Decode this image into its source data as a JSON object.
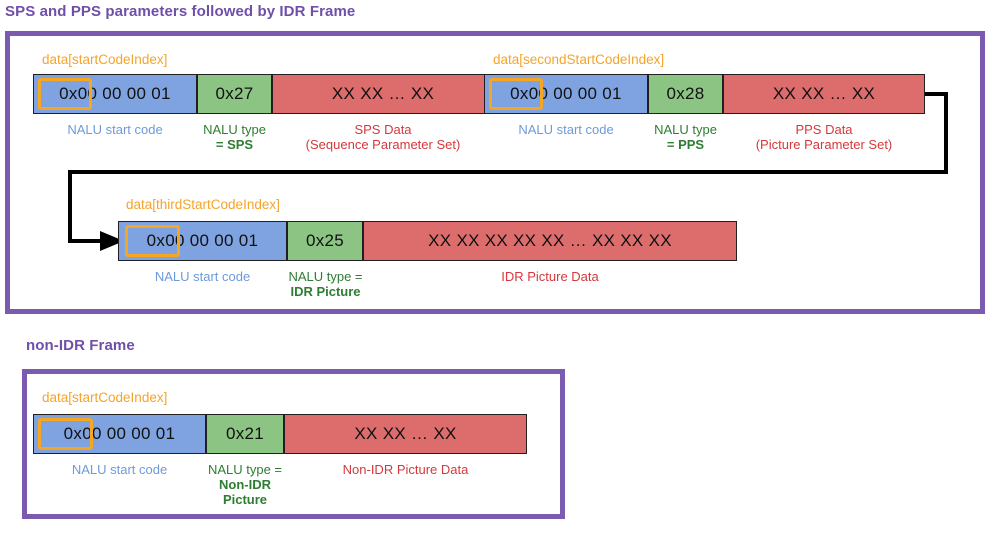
{
  "sections": [
    {
      "title": "SPS and PPS parameters followed by IDR Frame",
      "rows": [
        {
          "index_labels": [
            "data[startCodeIndex]",
            "data[secondStartCodeIndex]"
          ],
          "blocks": [
            {
              "text": "0x00  00  00  01",
              "color": "blue",
              "highlight": "0x00",
              "caption": "NALU start code"
            },
            {
              "text": "0x27",
              "color": "green",
              "caption_line1": "NALU type",
              "caption_line2": "= SPS"
            },
            {
              "text": "XX  XX  …  XX",
              "color": "red",
              "caption_line1": "SPS Data",
              "caption_line2": "(Sequence Parameter Set)"
            },
            {
              "text": "0x00  00  00  01",
              "color": "blue",
              "highlight": "0x00",
              "caption": "NALU start code"
            },
            {
              "text": "0x28",
              "color": "green",
              "caption_line1": "NALU type",
              "caption_line2": "= PPS"
            },
            {
              "text": "XX  XX  …  XX",
              "color": "red",
              "caption_line1": "PPS Data",
              "caption_line2": "(Picture Parameter Set)"
            }
          ]
        },
        {
          "index_labels": [
            "data[thirdStartCodeIndex]"
          ],
          "blocks": [
            {
              "text": "0x00  00  00  01",
              "color": "blue",
              "highlight": "0x00",
              "caption": "NALU start code"
            },
            {
              "text": "0x25",
              "color": "green",
              "caption_line1": "NALU type =",
              "caption_line2": "IDR Picture"
            },
            {
              "text": "XX  XX  XX  XX  XX  …  XX  XX  XX",
              "color": "red",
              "caption_line1": "IDR Picture Data"
            }
          ]
        }
      ]
    },
    {
      "title": "non-IDR Frame",
      "rows": [
        {
          "index_labels": [
            "data[startCodeIndex]"
          ],
          "blocks": [
            {
              "text": "0x00  00  00  01",
              "color": "blue",
              "highlight": "0x00",
              "caption": "NALU start code"
            },
            {
              "text": "0x21",
              "color": "green",
              "caption_line1": "NALU type =",
              "caption_line2": "Non-IDR",
              "caption_line3": "Picture"
            },
            {
              "text": "XX  XX    …    XX",
              "color": "red",
              "caption_line1": "Non-IDR Picture Data"
            }
          ]
        }
      ]
    }
  ],
  "colors": {
    "panel_border": "#7a5bb0",
    "title": "#6f4fa8",
    "start_code": "#7fa3e0",
    "nalu_type": "#8cc483",
    "payload": "#dd6d6d",
    "highlight": "#f5a623",
    "index_label": "#f4a42c",
    "caption_blue": "#6e9ada",
    "caption_green": "#2f7d32",
    "caption_red": "#d5383c"
  }
}
